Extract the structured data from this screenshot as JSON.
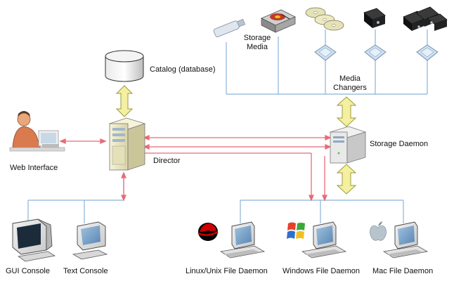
{
  "labels": {
    "catalog": "Catalog (database)",
    "director": "Director",
    "web_interface": "Web Interface",
    "storage_media": "Storage\nMedia",
    "media_changers": "Media\nChangers",
    "storage_daemon": "Storage Daemon",
    "gui_console": "GUI Console",
    "text_console": "Text Console",
    "linux_fd": "Linux/Unix File Daemon",
    "windows_fd": "Windows File Daemon",
    "mac_fd": "Mac File Daemon"
  },
  "colors": {
    "network_line": "#8ab4d8",
    "comm_arrow": "#e86b78",
    "db_arrow_fill": "#f4f0a0",
    "db_arrow_stroke": "#9a9a40",
    "changer_box": "#cfe0f0",
    "device_box": "#e8eef2"
  },
  "icons": {
    "catalog": "database-cylinder-icon",
    "director": "server-tower-icon",
    "storage_daemon": "server-tower-icon",
    "web_interface": "person-at-computer-icon",
    "consoles": "crt-monitor-icon",
    "file_daemons": "desktop-computer-icon",
    "linux": "red-hat-logo-icon",
    "windows": "windows-flag-logo-icon",
    "mac": "apple-logo-icon",
    "media": [
      "usb-drive-icon",
      "hard-disk-icon",
      "optical-disc-icon",
      "tape-cartridge-icon",
      "tape-cartridge-stack-icon"
    ],
    "changer": "media-changer-diamond-icon"
  }
}
